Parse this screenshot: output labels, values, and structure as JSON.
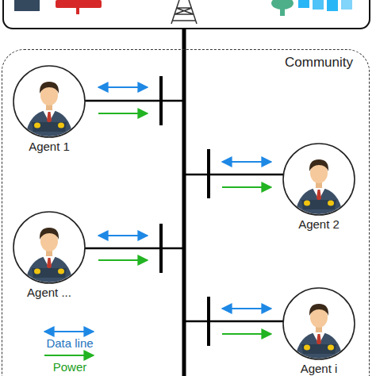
{
  "diagram": {
    "nodes": [
      {
        "text": [
          "Community"
        ]
      },
      {
        "text": [
          "Agent 1"
        ],
        "in": 0
      },
      {
        "text": [
          "Agent 2"
        ],
        "in": 0
      },
      {
        "text": [
          "Agent ..."
        ],
        "in": 0
      },
      {
        "text": [
          "Agent i"
        ],
        "in": 0
      }
    ],
    "legend": [
      {
        "text": "Data line"
      },
      {
        "text": "Power"
      }
    ]
  }
}
